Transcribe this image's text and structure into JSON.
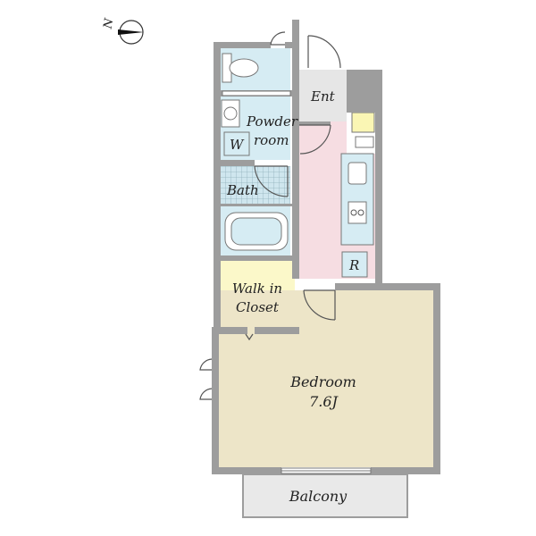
{
  "compass": {
    "north_label": "N",
    "icon": "north-arrow-icon"
  },
  "rooms": {
    "entrance": "Ent",
    "powder_room": [
      "Powder",
      "room"
    ],
    "washer": "W",
    "bath": "Bath",
    "refrigerator": "R",
    "walk_in_closet": [
      "Walk in",
      "Closet"
    ],
    "bedroom": [
      "Bedroom",
      "7.6J"
    ],
    "balcony": "Balcony"
  },
  "colors": {
    "wall": "#9d9d9d",
    "wet_area": "#d6ecf3",
    "entrance": "#e6e6e6",
    "kitchen": "#f6dde2",
    "closet": "#fbf8c9",
    "bedroom": "#ede5c8",
    "balcony": "#e9e9e9",
    "fixture_yellow": "#faf6b4"
  }
}
